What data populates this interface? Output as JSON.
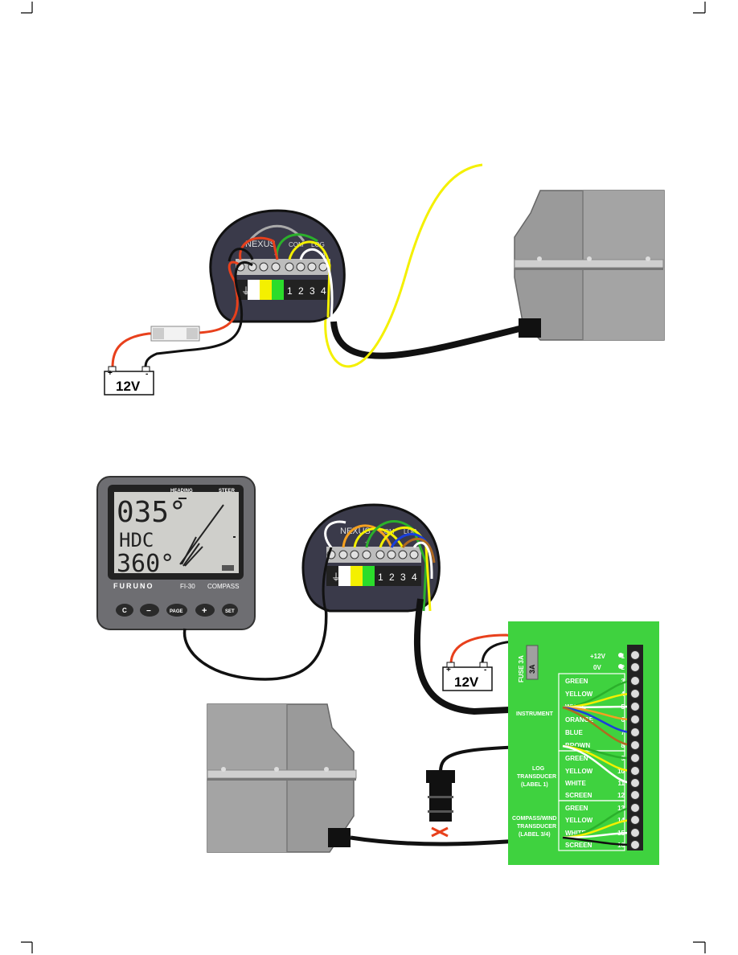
{
  "colors": {
    "red": "#e8401c",
    "black": "#111111",
    "yellow": "#f4f000",
    "green": "#2bb02b",
    "white": "#ffffff",
    "board_green": "#3fd23f",
    "gray": "#9a9a9a",
    "dark": "#2a2a3a"
  },
  "top": {
    "junction": {
      "nexus_label": "NEXUS",
      "com_label": "COM",
      "log_label": "LOG",
      "terminal_4": "4",
      "terminals": [
        "1",
        "2",
        "3",
        "4"
      ],
      "plus": "+",
      "minus": "-"
    },
    "battery": {
      "label": "12V",
      "plus": "+",
      "minus": "-"
    }
  },
  "bottom": {
    "display": {
      "heading_label": "HEADING",
      "steer_label": "STEER",
      "line1": "035°",
      "line2": "HDC",
      "line3": "360°",
      "brand": "FURUNO",
      "model": "FI-30",
      "function": "COMPASS",
      "buttons": [
        "C",
        "−",
        "PAGE",
        "+",
        "SET"
      ]
    },
    "junction": {
      "nexus_label": "NEXUS",
      "com_label": "COM",
      "log_label": "LOG",
      "terminals": [
        "1",
        "2",
        "3",
        "4"
      ],
      "plus": "+"
    },
    "battery": {
      "label": "12V",
      "plus": "+",
      "minus": "-"
    },
    "board": {
      "fuse_label": "FUSE 3A",
      "fuse_value": "3A",
      "power": [
        {
          "label": "+12V",
          "num": "1"
        },
        {
          "label": "0V",
          "num": "2"
        }
      ],
      "instrument_label": "INSTRUMENT",
      "instrument_rows": [
        {
          "label": "GREEN",
          "num": "3"
        },
        {
          "label": "YELLOW",
          "num": "4"
        },
        {
          "label": "WHITE",
          "num": "5"
        },
        {
          "label": "ORANGE",
          "num": "6"
        },
        {
          "label": "BLUE",
          "num": "7"
        },
        {
          "label": "BROWN",
          "num": "8"
        }
      ],
      "log_label_1": "LOG",
      "log_label_2": "TRANSDUCER",
      "log_label_3": "(LABEL 1)",
      "log_rows": [
        {
          "label": "GREEN",
          "num": "9"
        },
        {
          "label": "YELLOW",
          "num": "10"
        },
        {
          "label": "WHITE",
          "num": "11"
        },
        {
          "label": "SCREEN",
          "num": "12"
        }
      ],
      "compass_label_1": "COMPASS/WIND",
      "compass_label_2": "TRANSDUCER",
      "compass_label_3": "(LABEL 3/4)",
      "compass_rows": [
        {
          "label": "GREEN",
          "num": "13"
        },
        {
          "label": "YELLOW",
          "num": "14"
        },
        {
          "label": "WHITE",
          "num": "15"
        },
        {
          "label": "SCREEN",
          "num": "16"
        }
      ]
    }
  }
}
